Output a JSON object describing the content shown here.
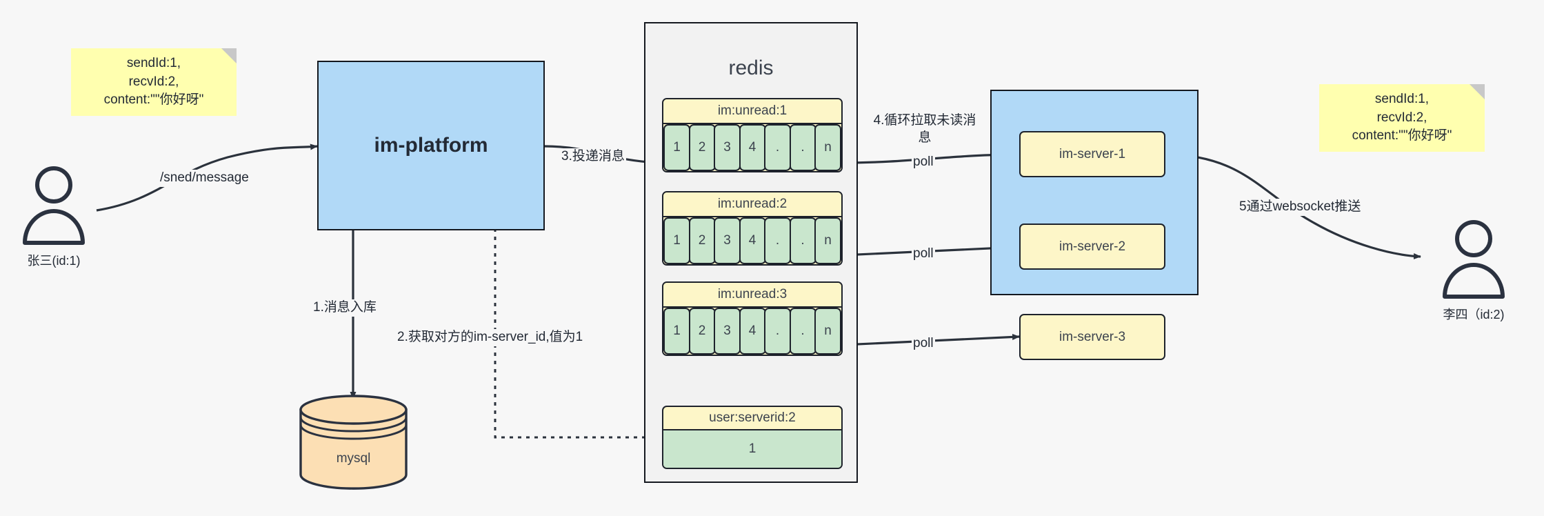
{
  "diagram": {
    "title": "IM message delivery architecture",
    "colors": {
      "background": "#f7f7f7",
      "note_fill": "#ffffaf",
      "blue_fill": "#b1d9f7",
      "yellow_fill": "#fdf6c8",
      "green_fill": "#c9e6cd",
      "orange_fill": "#fcdfb4",
      "stroke": "#1d222b"
    }
  },
  "notes": {
    "left": "sendId:1,\nrecvId:2,\ncontent:\"\"你好呀\"",
    "right": "sendId:1,\nrecvId:2,\ncontent:\"\"你好呀\""
  },
  "actors": {
    "sender": {
      "label": "张三(id:1)",
      "icon": "person-icon"
    },
    "receiver": {
      "label": "李四（id:2)",
      "icon": "person-icon"
    }
  },
  "nodes": {
    "platform": "im-platform",
    "mysql": "mysql",
    "redis_title": "redis"
  },
  "redis": {
    "lists": [
      {
        "key": "im:unread:1",
        "cells": [
          "1",
          "2",
          "3",
          "4",
          ".",
          ".",
          "n"
        ]
      },
      {
        "key": "im:unread:2",
        "cells": [
          "1",
          "2",
          "3",
          "4",
          ".",
          ".",
          "n"
        ]
      },
      {
        "key": "im:unread:3",
        "cells": [
          "1",
          "2",
          "3",
          "4",
          ".",
          ".",
          "n"
        ]
      }
    ],
    "kv": {
      "key": "user:serverid:2",
      "value": "1"
    }
  },
  "servers": {
    "items": [
      {
        "label": "im-server-1"
      },
      {
        "label": "im-server-2"
      },
      {
        "label": "im-server-3"
      }
    ]
  },
  "edges": {
    "send_message": "/sned/message",
    "step1": "1.消息入库",
    "step2": "2.获取对方的im-server_id,值为1",
    "step3": "3.投递消息",
    "step4": "4.循环拉取未读消\n息",
    "poll1": "poll",
    "poll2": "poll",
    "poll3": "poll",
    "step5": "5通过websocket推送"
  }
}
